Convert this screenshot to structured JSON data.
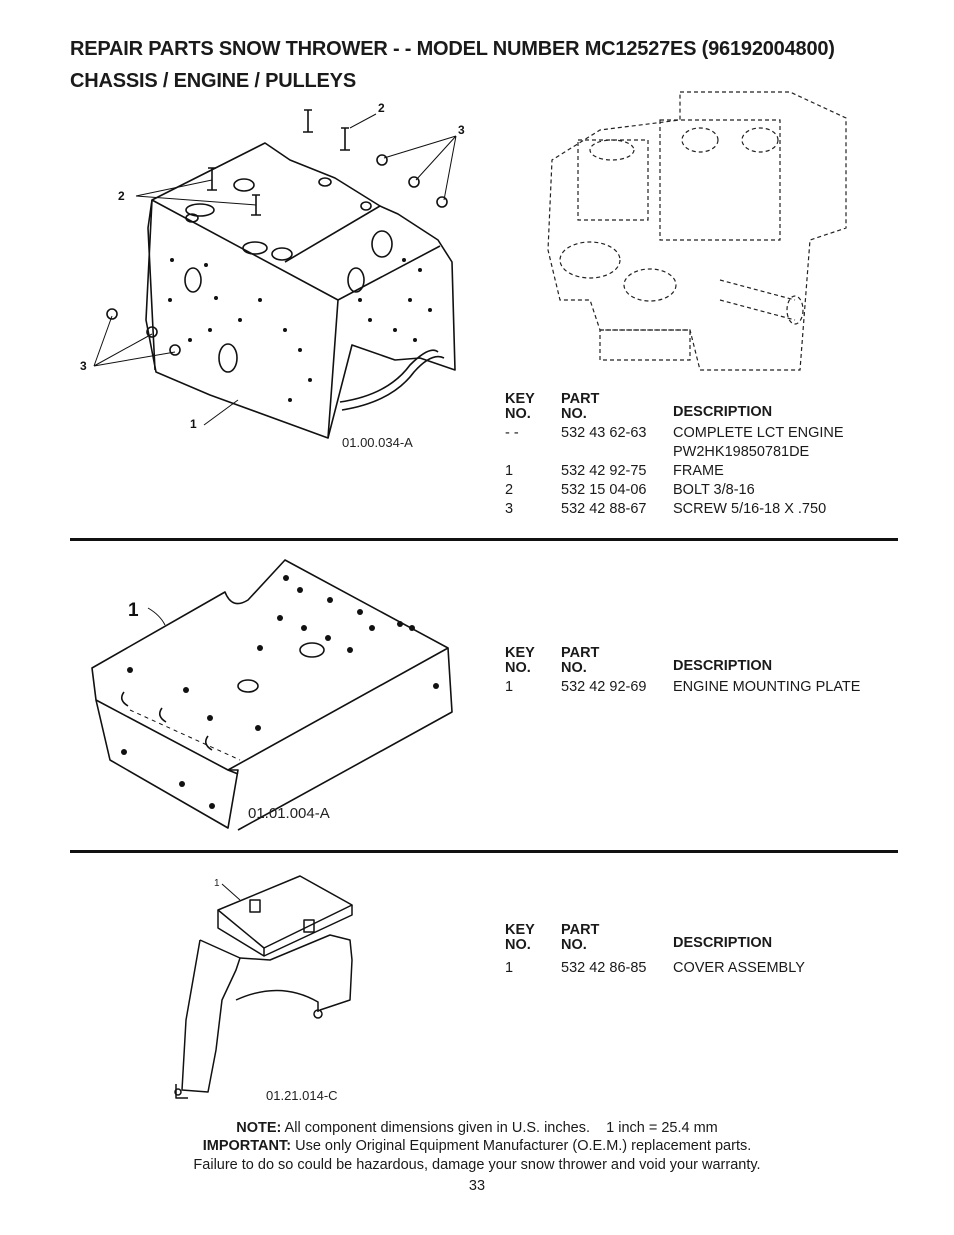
{
  "header": {
    "title_line1": "REPAIR PARTS SNOW THROWER - - MODEL NUMBER MC12527ES (96192004800)",
    "title_line2": "CHASSIS / ENGINE / PULLEYS"
  },
  "sections": [
    {
      "drawing_ref": "01.00.034-A",
      "callouts": [
        "2",
        "3",
        "2",
        "3",
        "1"
      ],
      "table": {
        "headers": {
          "key_line1": "KEY",
          "key_line2": "NO.",
          "part_line1": "PART",
          "part_line2": "NO.",
          "description": "DESCRIPTION"
        },
        "rows": [
          {
            "key": "- -",
            "part": "532 43 62-63",
            "description": "COMPLETE LCT ENGINE"
          },
          {
            "key": "",
            "part": "",
            "description": "PW2HK19850781DE"
          },
          {
            "key": "1",
            "part": "532 42 92-75",
            "description": "FRAME"
          },
          {
            "key": "2",
            "part": "532 15 04-06",
            "description": "BOLT 3/8-16"
          },
          {
            "key": "3",
            "part": "532 42 88-67",
            "description": "SCREW 5/16-18 X .750"
          }
        ]
      }
    },
    {
      "drawing_ref": "01.01.004-A",
      "callouts": [
        "1"
      ],
      "table": {
        "headers": {
          "key_line1": "KEY",
          "key_line2": "NO.",
          "part_line1": "PART",
          "part_line2": "NO.",
          "description": "DESCRIPTION"
        },
        "rows": [
          {
            "key": "1",
            "part": "532 42 92-69",
            "description": "ENGINE MOUNTING PLATE"
          }
        ]
      }
    },
    {
      "drawing_ref": "01.21.014-C",
      "callouts": [
        "1"
      ],
      "table": {
        "headers": {
          "key_line1": "KEY",
          "key_line2": "NO.",
          "part_line1": "PART",
          "part_line2": "NO.",
          "description": "DESCRIPTION"
        },
        "rows": [
          {
            "key": "1",
            "part": "532 42 86-85",
            "description": "COVER ASSEMBLY"
          }
        ]
      }
    }
  ],
  "footer": {
    "note_label": "NOTE:",
    "note_text": " All component dimensions given in U.S. inches.    1 inch = 25.4 mm",
    "important_label": "IMPORTANT:",
    "important_text": " Use only Original Equipment Manufacturer (O.E.M.) replacement parts.",
    "failure_text": "Failure to do so could be hazardous, damage your snow thrower and void your warranty.",
    "page_number": "33"
  }
}
